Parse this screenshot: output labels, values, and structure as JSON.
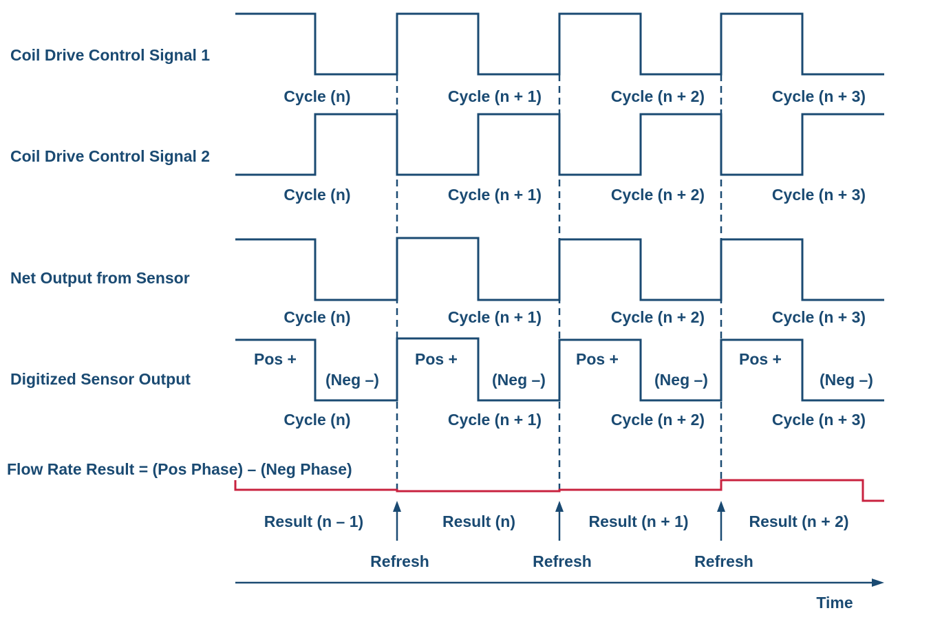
{
  "rows": [
    {
      "label": "Coil Drive Control Signal 1"
    },
    {
      "label": "Coil Drive Control Signal 2"
    },
    {
      "label": "Net Output from Sensor"
    },
    {
      "label": "Digitized Sensor Output"
    },
    {
      "label": "Flow Rate Result = (Pos Phase) – (Neg Phase)"
    }
  ],
  "cycle_labels": [
    "Cycle (n)",
    "Cycle (n + 1)",
    "Cycle (n + 2)",
    "Cycle (n + 3)"
  ],
  "phase_labels": {
    "pos": "Pos +",
    "neg": "(Neg –)"
  },
  "result_labels": [
    "Result (n – 1)",
    "Result (n)",
    "Result (n + 1)",
    "Result (n + 2)"
  ],
  "refresh_label": "Refresh",
  "time_label": "Time",
  "colors": {
    "primary": "#1a4a72",
    "result": "#c8223f"
  }
}
